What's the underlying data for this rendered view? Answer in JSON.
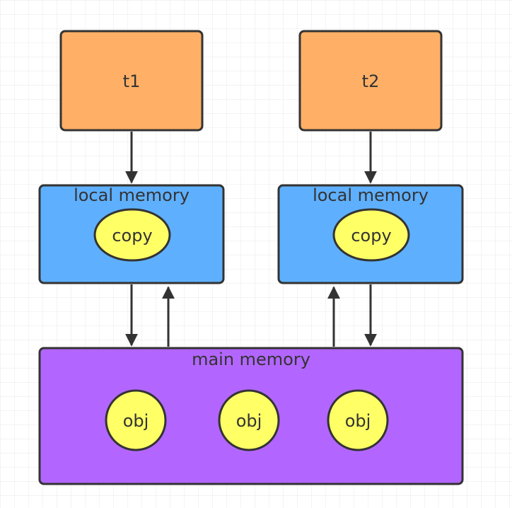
{
  "diagram": {
    "threads": [
      {
        "label": "t1",
        "color": "#FFB066"
      },
      {
        "label": "t2",
        "color": "#FFB066"
      }
    ],
    "local_memories": [
      {
        "label": "local memory",
        "copy_label": "copy",
        "color": "#5EB0FF"
      },
      {
        "label": "local memory",
        "copy_label": "copy",
        "color": "#5EB0FF"
      }
    ],
    "main_memory": {
      "label": "main memory",
      "color": "#B366FF",
      "objects": [
        {
          "label": "obj"
        },
        {
          "label": "obj"
        },
        {
          "label": "obj"
        }
      ]
    },
    "ellipse_color": "#FFFF66",
    "stroke_color": "#333333"
  }
}
